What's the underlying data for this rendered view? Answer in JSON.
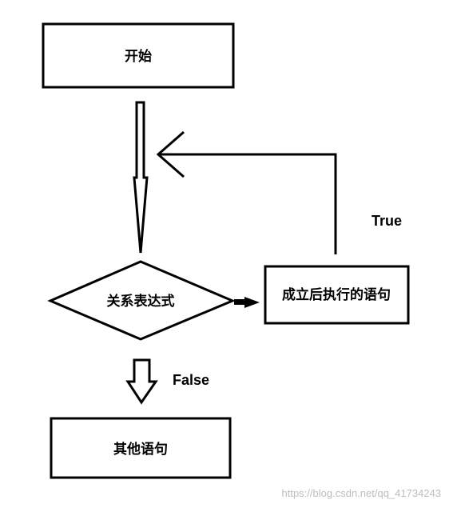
{
  "nodes": {
    "start": "开始",
    "condition": "关系表达式",
    "true_body": "成立后执行的语句",
    "other": "其他语句"
  },
  "edges": {
    "true_label": "True",
    "false_label": "False"
  },
  "watermark": "https://blog.csdn.net/qq_41734243",
  "colors": {
    "stroke": "#000000",
    "background": "#ffffff",
    "watermark": "#bdbdbd"
  }
}
